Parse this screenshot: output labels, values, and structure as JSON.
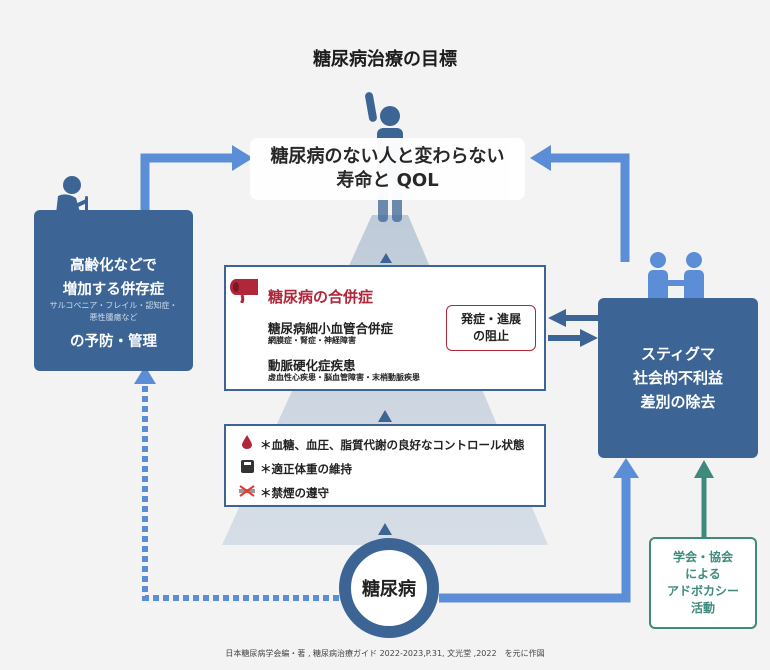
{
  "title": "糖尿病治療の目標",
  "goal": {
    "line1": "糖尿病のない人と変わらない",
    "line2": "寿命と QOL"
  },
  "left_box": {
    "line1": "高齢化などで",
    "line2": "増加する併存症",
    "small1": "サルコペニア・フレイル・認知症・",
    "small2": "悪性腫瘍など",
    "line3": "の予防・管理"
  },
  "complications": {
    "heading": "糖尿病の合併症",
    "item1_title": "糖尿病細小血管合併症",
    "item1_sub": "網膜症・腎症・神経障害",
    "item2_title": "動脈硬化症疾患",
    "item2_sub": "虚血性心疾患・脳血管障害・末梢動脈疾患"
  },
  "onset": {
    "line1": "発症・進展",
    "line2": "の阻止"
  },
  "right_box": {
    "line1": "スティグマ",
    "line2": "社会的不利益",
    "line3": "差別の除去"
  },
  "control": {
    "row1": "＊血糖、血圧、脂質代謝の良好なコントロール状態",
    "row2": "＊適正体重の維持",
    "row3": "＊禁煙の遵守"
  },
  "diabetes": "糖尿病",
  "advocacy": {
    "line1": "学会・協会",
    "line2": "による",
    "line3": "アドボカシー",
    "line4": "活動"
  },
  "source": "日本糖尿病学会編・著 , 糖尿病治療ガイド 2022-2023,P.31, 文光堂 ,2022　を元に作図",
  "colors": {
    "blue": "#3c6596",
    "arrow_blue": "#5b8ed6",
    "red": "#b0263a",
    "green": "#3e8b7d"
  }
}
